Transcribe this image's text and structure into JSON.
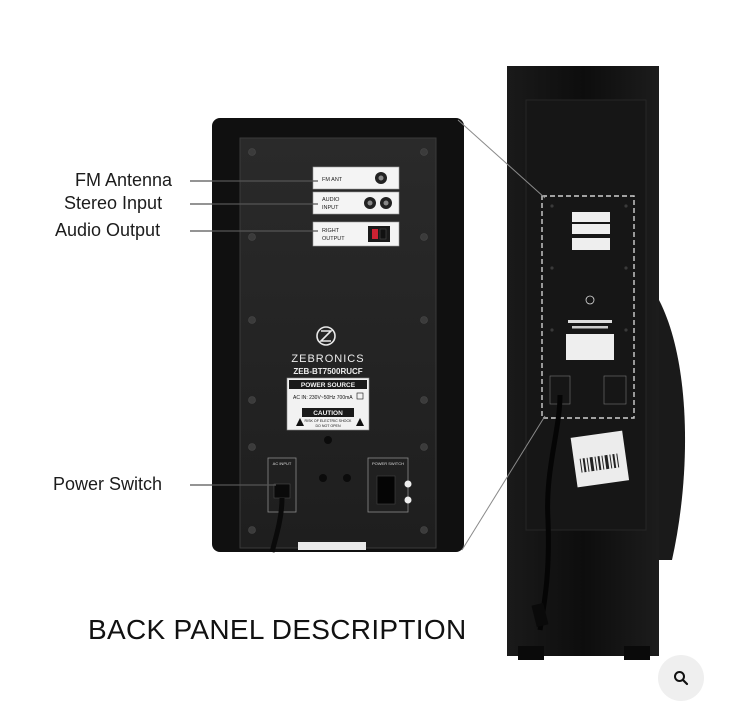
{
  "callouts": {
    "fm_antenna": "FM Antenna",
    "stereo_input": "Stereo Input",
    "audio_output": "Audio Output",
    "power_switch": "Power Switch"
  },
  "title": "BACK PANEL DESCRIPTION",
  "panel": {
    "fm_label": "FM ANT",
    "audio_input_label_1": "AUDIO",
    "audio_input_label_2": "INPUT",
    "right_output_label_1": "RIGHT",
    "right_output_label_2": "OUTPUT",
    "brand": "ZEBRONICS",
    "model": "ZEB-BT7500RUCF",
    "power_source": "POWER SOURCE",
    "ac_rating": "AC IN: 230V~50Hz 700mA",
    "caution": "CAUTION",
    "caution_line_1": "RISK OF ELECTRIC SHOCK",
    "caution_line_2": "DO NOT OPEN",
    "ac_input_label": "AC INPUT",
    "power_switch_label": "POWER SWITCH"
  },
  "colors": {
    "speaker_body": "#111111",
    "panel_plate": "#242424",
    "callout_line": "#555555",
    "zoom_button": "#efefef"
  },
  "icons": {
    "zoom": "magnifier-icon"
  }
}
